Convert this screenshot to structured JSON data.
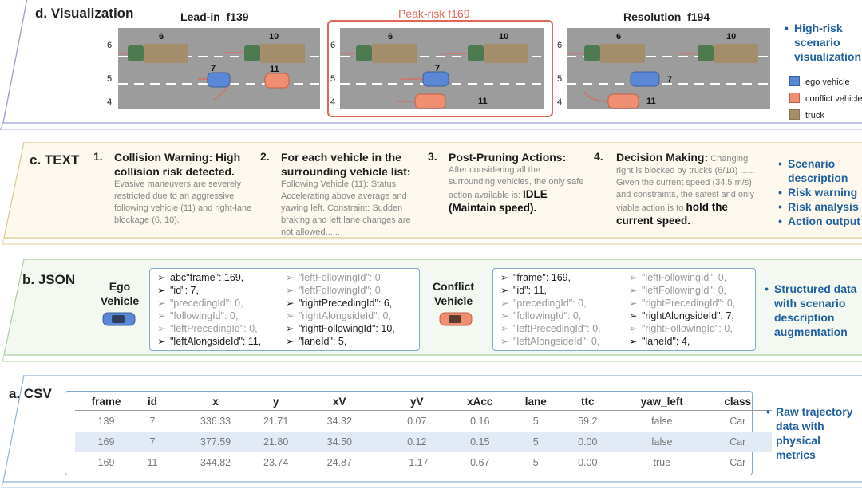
{
  "visualization": {
    "title": "d. Visualization",
    "frames": [
      {
        "label": "Lead-in  f139"
      },
      {
        "label": "Peak-risk f169"
      },
      {
        "label": "Resolution  f194"
      }
    ],
    "lane_numbers": [
      "6",
      "5",
      "4"
    ],
    "vehicle_labels": {
      "truck_a": "6",
      "truck_b": "10",
      "ego": "7",
      "conflict": "11"
    },
    "bullets": [
      "High-risk scenario visualization"
    ],
    "legend": [
      {
        "label": "ego vehicle",
        "color": "#5b88d6"
      },
      {
        "label": "conflict vehicle",
        "color": "#ef8e70"
      },
      {
        "label": "truck",
        "color": "#a48d6b"
      }
    ]
  },
  "text": {
    "title": "c. TEXT",
    "items": [
      {
        "num": "1.",
        "heading": "Collision Warning: High collision risk detected.",
        "body": "Evasive maneuvers are severely restricted due to an aggressive following vehicle (11) and right-lane blockage (6, 10)."
      },
      {
        "num": "2.",
        "heading": "For each vehicle in the surrounding vehicle list:",
        "body": "Following Vehicle (11): Status: Accelerating above average and yawing left. Constraint: Sudden braking and left lane changes are not allowed......"
      },
      {
        "num": "3.",
        "heading": "Post-Pruning Actions:",
        "body": "After considering all the surrounding vehicles, the only safe action available is:",
        "emphasis": "IDLE (Maintain speed)."
      },
      {
        "num": "4.",
        "heading": "Decision Making:",
        "body": "Changing right is blocked by trucks (6/10) ...... Given the current speed (34.5 m/s) and constraints, the safest and only viable action is to",
        "emphasis": "hold the current speed."
      }
    ],
    "bullets": [
      "Scenario description",
      "Risk warning",
      "Risk analysis",
      "Action output"
    ]
  },
  "json": {
    "title": "b. JSON",
    "ego_label": "Ego Vehicle",
    "conflict_label": "Conflict Vehicle",
    "ego_fields": [
      {
        "text": "abc\"frame\": 169,",
        "dark": true
      },
      {
        "text": "\"id\": 7,",
        "dark": true
      },
      {
        "text": "\"precedingId\": 0,",
        "dark": false
      },
      {
        "text": "\"followingId\": 0,",
        "dark": false
      },
      {
        "text": "\"leftPrecedingId\": 0,",
        "dark": false
      },
      {
        "text": "\"leftAlongsideId\": 11,",
        "dark": true
      },
      {
        "text": "\"leftFollowingId\": 0,",
        "dark": false
      },
      {
        "text": "\"leftFollowingId\": 0,",
        "dark": false
      },
      {
        "text": "\"rightPrecedingId\": 6,",
        "dark": true
      },
      {
        "text": "\"rightAlongsideId\": 0,",
        "dark": false
      },
      {
        "text": "\"rightFollowingId\": 10,",
        "dark": true
      },
      {
        "text": "\"laneId\": 5,",
        "dark": true
      }
    ],
    "conflict_fields": [
      {
        "text": "\"frame\": 169,",
        "dark": true
      },
      {
        "text": "\"id\": 11,",
        "dark": true
      },
      {
        "text": "\"precedingId\": 0,",
        "dark": false
      },
      {
        "text": "\"followingId\": 0,",
        "dark": false
      },
      {
        "text": "\"leftPrecedingId\": 0,",
        "dark": false
      },
      {
        "text": "\"leftAlongsideId\": 0,",
        "dark": false
      },
      {
        "text": "\"leftFollowingId\": 0,",
        "dark": false
      },
      {
        "text": "\"leftFollowingId\": 0,",
        "dark": false
      },
      {
        "text": "\"rightPrecedingId\": 0,",
        "dark": false
      },
      {
        "text": "\"rightAlongsideId\": 7,",
        "dark": true
      },
      {
        "text": "\"rightFollowingId\": 0,",
        "dark": false
      },
      {
        "text": "\"laneId\": 4,",
        "dark": true
      }
    ],
    "bullets": [
      "Structured data with scenario description augmentation"
    ]
  },
  "csv": {
    "title": "a. CSV",
    "columns": [
      "frame",
      "id",
      "x",
      "y",
      "xV",
      "yV",
      "xAcc",
      "lane",
      "ttc",
      "yaw_left",
      "class"
    ],
    "rows": [
      [
        "139",
        "7",
        "336.33",
        "21.71",
        "34.32",
        "0.07",
        "0.16",
        "5",
        "59.2",
        "false",
        "Car"
      ],
      [
        "169",
        "7",
        "377.59",
        "21.80",
        "34.50",
        "0.12",
        "0.15",
        "5",
        "0.00",
        "false",
        "Car"
      ],
      [
        "169",
        "11",
        "344.82",
        "23.74",
        "24.87",
        "-1.17",
        "0.67",
        "5",
        "0.00",
        "true",
        "Car"
      ]
    ],
    "bullets": [
      "Raw trajectory data with physical metrics"
    ]
  }
}
